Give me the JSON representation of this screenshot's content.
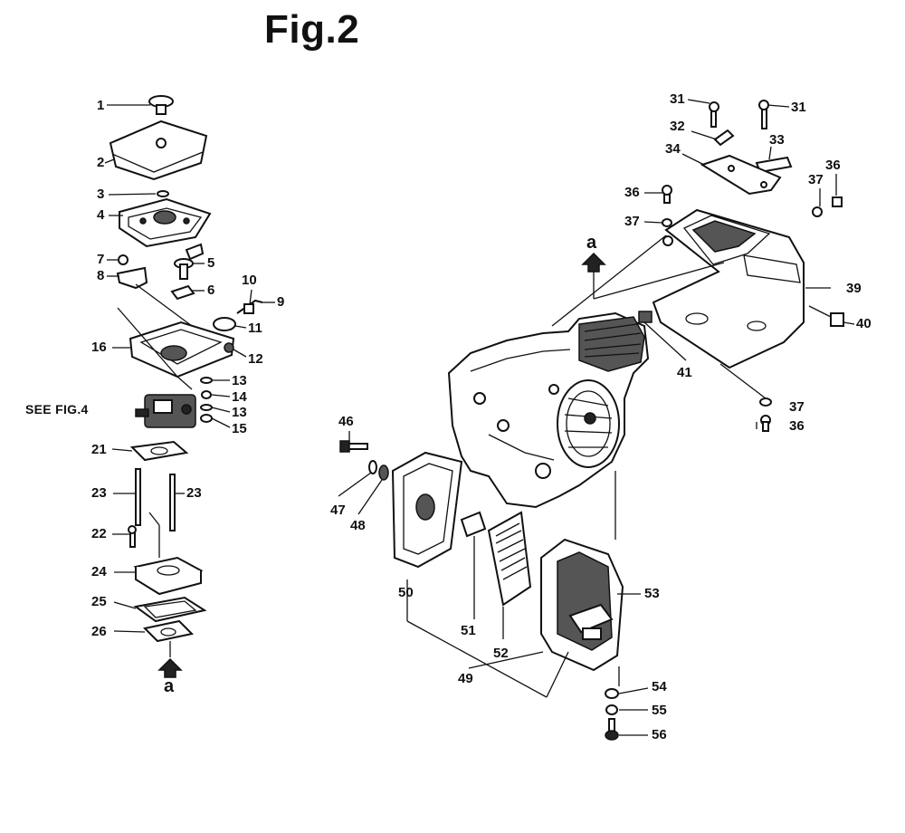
{
  "title": "Fig.2",
  "see_ref": "SEE FIG.4",
  "arrow_letter": "a",
  "callouts": [
    {
      "id": "1",
      "text": "1"
    },
    {
      "id": "2",
      "text": "2"
    },
    {
      "id": "3",
      "text": "3"
    },
    {
      "id": "4",
      "text": "4"
    },
    {
      "id": "5",
      "text": "5"
    },
    {
      "id": "6",
      "text": "6"
    },
    {
      "id": "7",
      "text": "7"
    },
    {
      "id": "8",
      "text": "8"
    },
    {
      "id": "9",
      "text": "9"
    },
    {
      "id": "10",
      "text": "10"
    },
    {
      "id": "11",
      "text": "11"
    },
    {
      "id": "12",
      "text": "12"
    },
    {
      "id": "13a",
      "text": "13"
    },
    {
      "id": "13b",
      "text": "13"
    },
    {
      "id": "14",
      "text": "14"
    },
    {
      "id": "15",
      "text": "15"
    },
    {
      "id": "16",
      "text": "16"
    },
    {
      "id": "21",
      "text": "21"
    },
    {
      "id": "22",
      "text": "22"
    },
    {
      "id": "23a",
      "text": "23"
    },
    {
      "id": "23b",
      "text": "23"
    },
    {
      "id": "24",
      "text": "24"
    },
    {
      "id": "25",
      "text": "25"
    },
    {
      "id": "26",
      "text": "26"
    },
    {
      "id": "31a",
      "text": "31"
    },
    {
      "id": "31b",
      "text": "31"
    },
    {
      "id": "32",
      "text": "32"
    },
    {
      "id": "33",
      "text": "33"
    },
    {
      "id": "34",
      "text": "34"
    },
    {
      "id": "36a",
      "text": "36"
    },
    {
      "id": "36b",
      "text": "36"
    },
    {
      "id": "36c",
      "text": "36"
    },
    {
      "id": "37a",
      "text": "37"
    },
    {
      "id": "37b",
      "text": "37"
    },
    {
      "id": "37c",
      "text": "37"
    },
    {
      "id": "39",
      "text": "39"
    },
    {
      "id": "40",
      "text": "40"
    },
    {
      "id": "41",
      "text": "41"
    },
    {
      "id": "46",
      "text": "46"
    },
    {
      "id": "47",
      "text": "47"
    },
    {
      "id": "48",
      "text": "48"
    },
    {
      "id": "49",
      "text": "49"
    },
    {
      "id": "50",
      "text": "50"
    },
    {
      "id": "51",
      "text": "51"
    },
    {
      "id": "52",
      "text": "52"
    },
    {
      "id": "53",
      "text": "53"
    },
    {
      "id": "54",
      "text": "54"
    },
    {
      "id": "55",
      "text": "55"
    },
    {
      "id": "56",
      "text": "56"
    }
  ]
}
